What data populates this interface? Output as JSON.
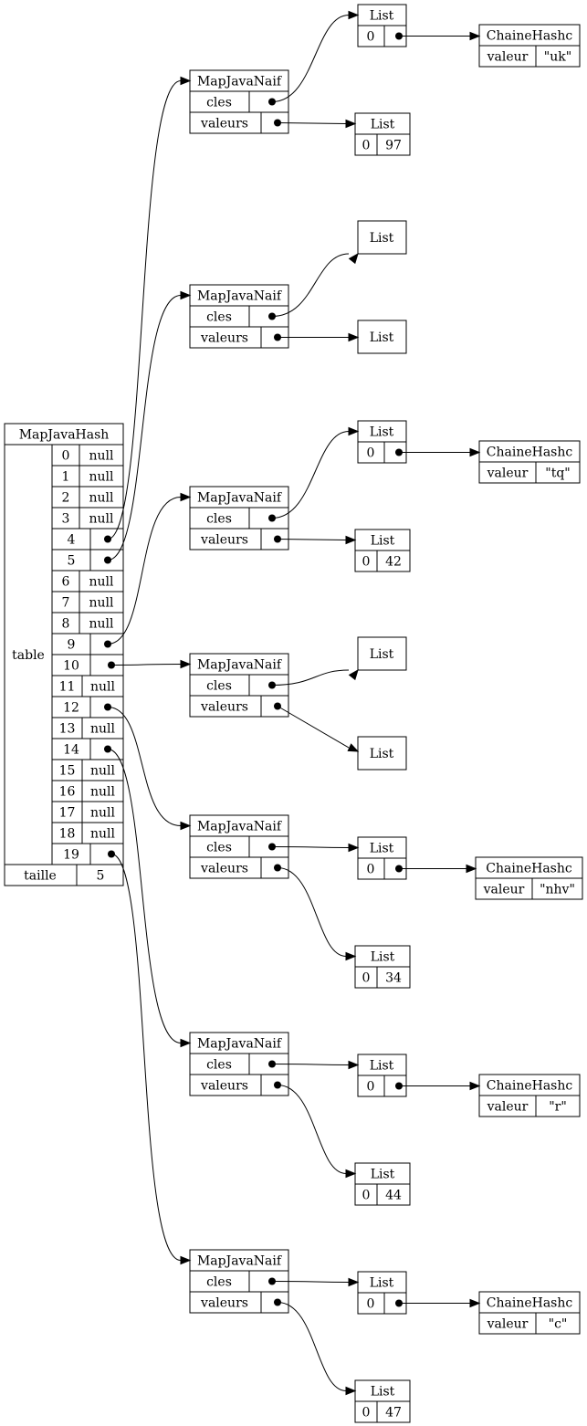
{
  "hash": {
    "title": "MapJavaHash",
    "table_label": "table",
    "size_label": "taille",
    "size_value": "5",
    "slots": [
      {
        "index": "0",
        "value": "null"
      },
      {
        "index": "1",
        "value": "null"
      },
      {
        "index": "2",
        "value": "null"
      },
      {
        "index": "3",
        "value": "null"
      },
      {
        "index": "4",
        "value": ""
      },
      {
        "index": "5",
        "value": ""
      },
      {
        "index": "6",
        "value": "null"
      },
      {
        "index": "7",
        "value": "null"
      },
      {
        "index": "8",
        "value": "null"
      },
      {
        "index": "9",
        "value": ""
      },
      {
        "index": "10",
        "value": ""
      },
      {
        "index": "11",
        "value": "null"
      },
      {
        "index": "12",
        "value": ""
      },
      {
        "index": "13",
        "value": "null"
      },
      {
        "index": "14",
        "value": ""
      },
      {
        "index": "15",
        "value": "null"
      },
      {
        "index": "16",
        "value": "null"
      },
      {
        "index": "17",
        "value": "null"
      },
      {
        "index": "18",
        "value": "null"
      },
      {
        "index": "19",
        "value": ""
      }
    ]
  },
  "naive_maps": [
    {
      "title": "MapJavaNaif",
      "keys_label": "cles",
      "values_label": "valeurs",
      "from_slot": "4",
      "keys_list": {
        "title": "List",
        "items": [
          {
            "index": "0",
            "string": {
              "title": "ChaineHashc",
              "field": "valeur",
              "value": "\"uk\""
            }
          }
        ]
      },
      "values_list": {
        "title": "List",
        "items": [
          {
            "index": "0",
            "value": "97"
          }
        ]
      }
    },
    {
      "title": "MapJavaNaif",
      "keys_label": "cles",
      "values_label": "valeurs",
      "from_slot": "5",
      "keys_list": {
        "title": "List",
        "items": []
      },
      "values_list": {
        "title": "List",
        "items": []
      }
    },
    {
      "title": "MapJavaNaif",
      "keys_label": "cles",
      "values_label": "valeurs",
      "from_slot": "9",
      "keys_list": {
        "title": "List",
        "items": [
          {
            "index": "0",
            "string": {
              "title": "ChaineHashc",
              "field": "valeur",
              "value": "\"tq\""
            }
          }
        ]
      },
      "values_list": {
        "title": "List",
        "items": [
          {
            "index": "0",
            "value": "42"
          }
        ]
      }
    },
    {
      "title": "MapJavaNaif",
      "keys_label": "cles",
      "values_label": "valeurs",
      "from_slot": "10",
      "keys_list": {
        "title": "List",
        "items": []
      },
      "values_list": {
        "title": "List",
        "items": []
      }
    },
    {
      "title": "MapJavaNaif",
      "keys_label": "cles",
      "values_label": "valeurs",
      "from_slot": "12",
      "keys_list": {
        "title": "List",
        "items": [
          {
            "index": "0",
            "string": {
              "title": "ChaineHashc",
              "field": "valeur",
              "value": "\"nhv\""
            }
          }
        ]
      },
      "values_list": {
        "title": "List",
        "items": [
          {
            "index": "0",
            "value": "34"
          }
        ]
      }
    },
    {
      "title": "MapJavaNaif",
      "keys_label": "cles",
      "values_label": "valeurs",
      "from_slot": "14",
      "keys_list": {
        "title": "List",
        "items": [
          {
            "index": "0",
            "string": {
              "title": "ChaineHashc",
              "field": "valeur",
              "value": "\"r\""
            }
          }
        ]
      },
      "values_list": {
        "title": "List",
        "items": [
          {
            "index": "0",
            "value": "44"
          }
        ]
      }
    },
    {
      "title": "MapJavaNaif",
      "keys_label": "cles",
      "values_label": "valeurs",
      "from_slot": "19",
      "keys_list": {
        "title": "List",
        "items": [
          {
            "index": "0",
            "string": {
              "title": "ChaineHashc",
              "field": "valeur",
              "value": "\"c\""
            }
          }
        ]
      },
      "values_list": {
        "title": "List",
        "items": [
          {
            "index": "0",
            "value": "47"
          }
        ]
      }
    }
  ]
}
